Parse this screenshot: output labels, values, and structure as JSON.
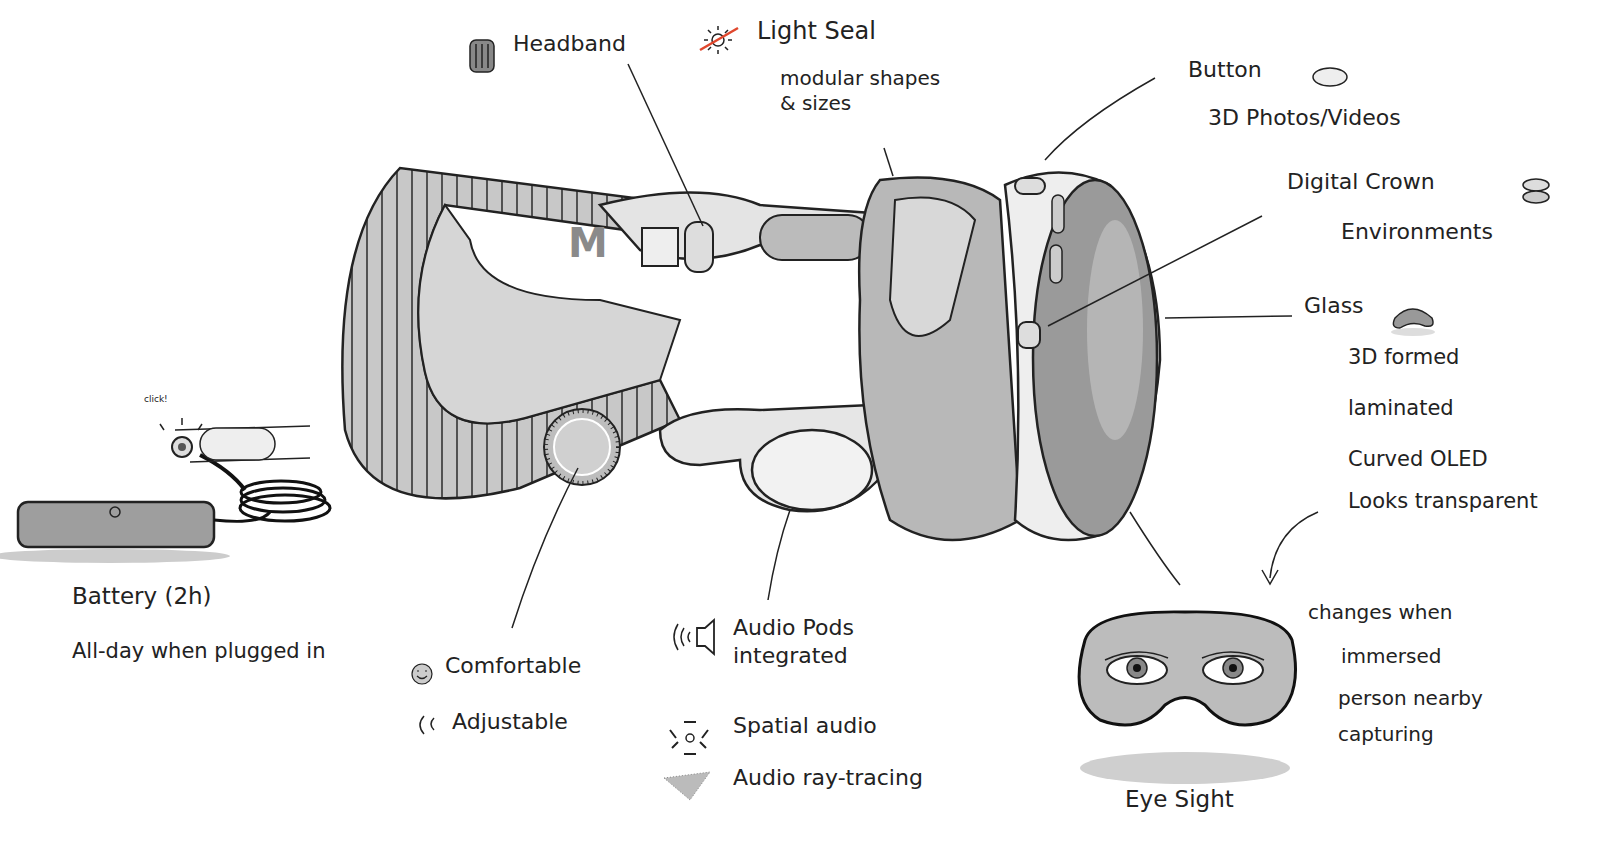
{
  "diagram": {
    "labels": [
      "Headband",
      "Light Seal",
      "modular shapes & sizes",
      "Button",
      "3D Photos/Videos",
      "Digital Crown",
      "Environments",
      "Glass",
      "3D formed",
      "laminated",
      "Curved OLED",
      "Looks transparent",
      "M",
      "click!",
      "Battery (2h)",
      "All-day when plugged in",
      "Comfortable",
      "Adjustable",
      "Audio Pods integrated",
      "Spatial audio",
      "Audio ray-tracing",
      "Eye Sight",
      "changes when",
      "immersed",
      "person nearby",
      "capturing"
    ]
  }
}
